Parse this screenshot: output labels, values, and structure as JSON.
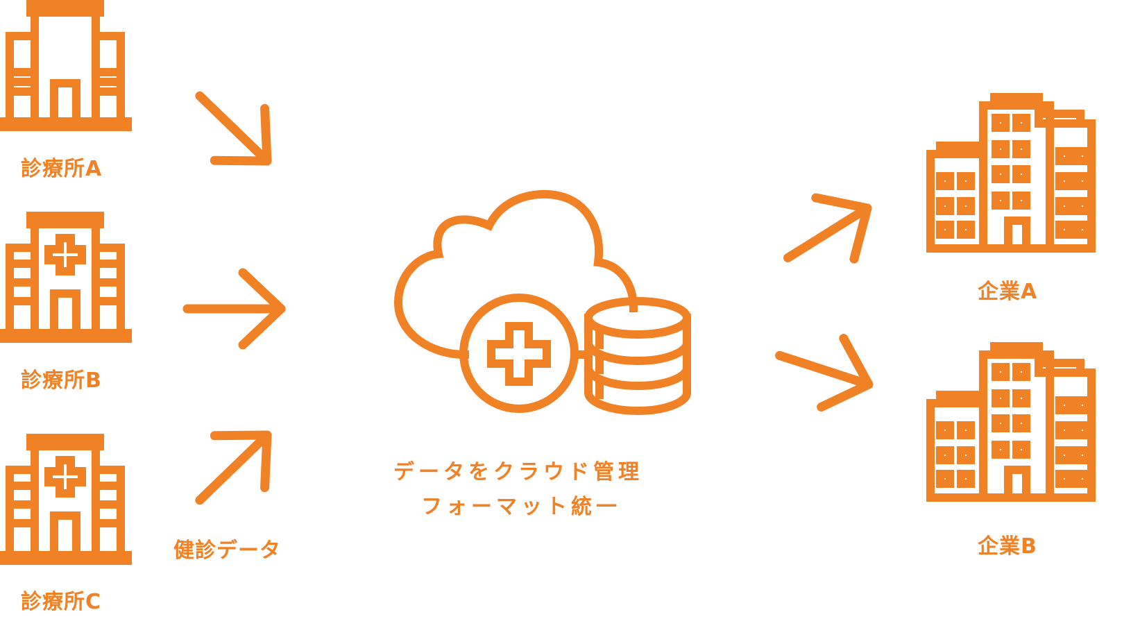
{
  "colors": {
    "accent": "#f08125",
    "background": "#ffffff"
  },
  "clinics": [
    {
      "label": "診療所A",
      "icon": "clinic-building-icon"
    },
    {
      "label": "診療所B",
      "icon": "hospital-cross-building-icon"
    },
    {
      "label": "診療所C",
      "icon": "hospital-cross-building-icon"
    }
  ],
  "input_label": "健診データ",
  "hub": {
    "icon": "cloud-medical-database-icon",
    "line1": "データをクラウド管理",
    "line2": "フォーマット統一"
  },
  "companies": [
    {
      "label": "企業A",
      "icon": "office-buildings-icon"
    },
    {
      "label": "企業B",
      "icon": "office-buildings-icon"
    }
  ]
}
